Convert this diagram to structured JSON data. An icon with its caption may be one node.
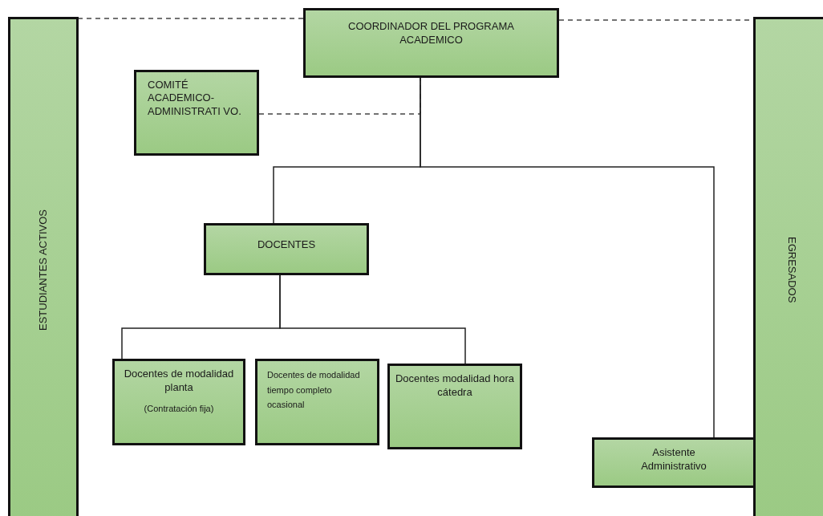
{
  "diagram": {
    "nodes": [
      {
        "text": [
          "ESTUDIANTES ACTIVOS"
        ]
      },
      {
        "text": [
          "COORDINADOR DEL PROGRAMA ACADEMICO"
        ]
      },
      {
        "text": [
          "COMITÉ ACADEMICO- ADMINISTRATI VO."
        ]
      },
      {
        "text": [
          "EGRESADOS"
        ]
      },
      {
        "text": [
          "DOCENTES"
        ]
      },
      {
        "text": [
          "Docentes de modalidad planta",
          "(Contratación fija)"
        ]
      },
      {
        "text": [
          "Docentes de modalidad tiempo completo ocasional"
        ]
      },
      {
        "text": [
          "Docentes modalidad hora cátedra"
        ]
      },
      {
        "text": [
          "Asistente Administrativo"
        ]
      }
    ],
    "edges": [
      {
        "from": 1,
        "to": 0,
        "arrow": "none",
        "style": "dashed"
      },
      {
        "from": 1,
        "to": 3,
        "arrow": "none",
        "style": "dashed"
      },
      {
        "from": 2,
        "to": 1,
        "arrow": "none",
        "style": "dashed"
      },
      {
        "from": 1,
        "to": 4,
        "arrow": "none"
      },
      {
        "from": 1,
        "to": 8,
        "arrow": "none"
      },
      {
        "from": 4,
        "to": 5,
        "arrow": "none"
      },
      {
        "from": 4,
        "to": 7,
        "arrow": "none"
      }
    ]
  }
}
